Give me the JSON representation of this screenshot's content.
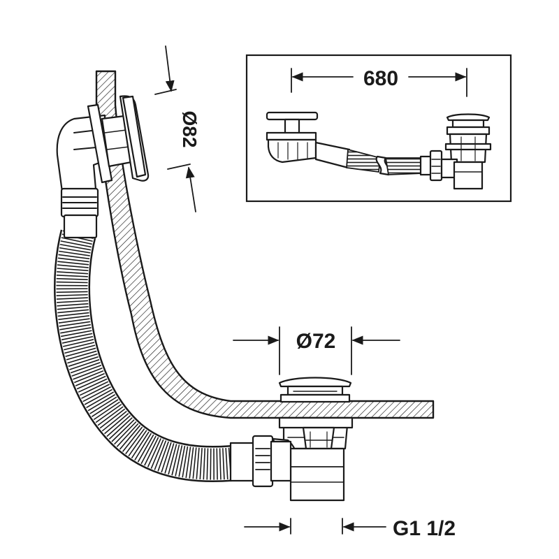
{
  "diagram": {
    "dimensions": {
      "overflow_diameter": "Ø82",
      "drain_diameter": "Ø72",
      "thread": "G1 1/2",
      "inset_length": "680"
    },
    "colors": {
      "ink": "#1a1a1a",
      "paper": "#ffffff"
    }
  }
}
